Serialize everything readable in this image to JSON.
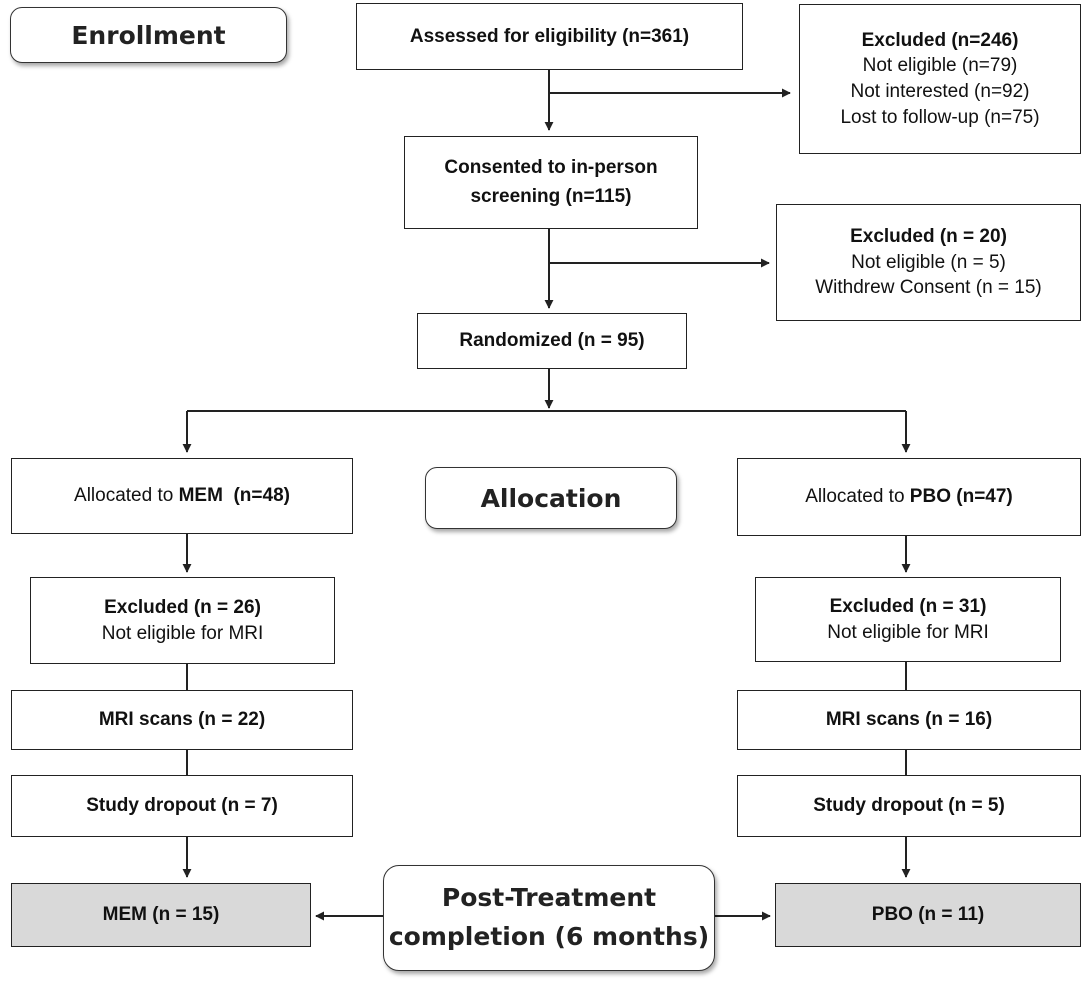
{
  "stage_labels": {
    "enrollment": "Enrollment",
    "allocation": "Allocation",
    "post_treatment": [
      "Post-Treatment",
      "completion (6 months)"
    ]
  },
  "assessed": {
    "title": "Assessed for eligibility (n=361)"
  },
  "excluded_1": {
    "title": "Excluded (n=246)",
    "lines": [
      "Not eligible (n=79)",
      "Not interested (n=92)",
      "Lost to follow-up (n=75)"
    ]
  },
  "consented": {
    "lines": [
      "Consented to in-person",
      "screening (n=115)"
    ]
  },
  "excluded_2": {
    "title": "Excluded (n = 20)",
    "lines": [
      "Not eligible (n = 5)",
      "Withdrew Consent (n = 15)"
    ]
  },
  "randomized": {
    "title": "Randomized (n = 95)"
  },
  "mem": {
    "alloc_prefix": "Allocated to ",
    "alloc_arm": "MEM",
    "alloc_count": "(n=48)",
    "excluded_title": "Excluded (n = 26)",
    "excluded_reason": "Not eligible for MRI",
    "mri": "MRI scans (n = 22)",
    "dropout": "Study dropout (n = 7)",
    "final": "MEM (n = 15)"
  },
  "pbo": {
    "alloc_prefix": "Allocated to ",
    "alloc_arm": "PBO",
    "alloc_count": "(n=47)",
    "excluded_title": "Excluded (n = 31)",
    "excluded_reason": "Not eligible for MRI",
    "mri": "MRI scans (n = 16)",
    "dropout": "Study dropout (n = 5)",
    "final": "PBO (n = 11)"
  },
  "colors": {
    "line": "#222222",
    "final_fill": "#d9d9d9"
  }
}
